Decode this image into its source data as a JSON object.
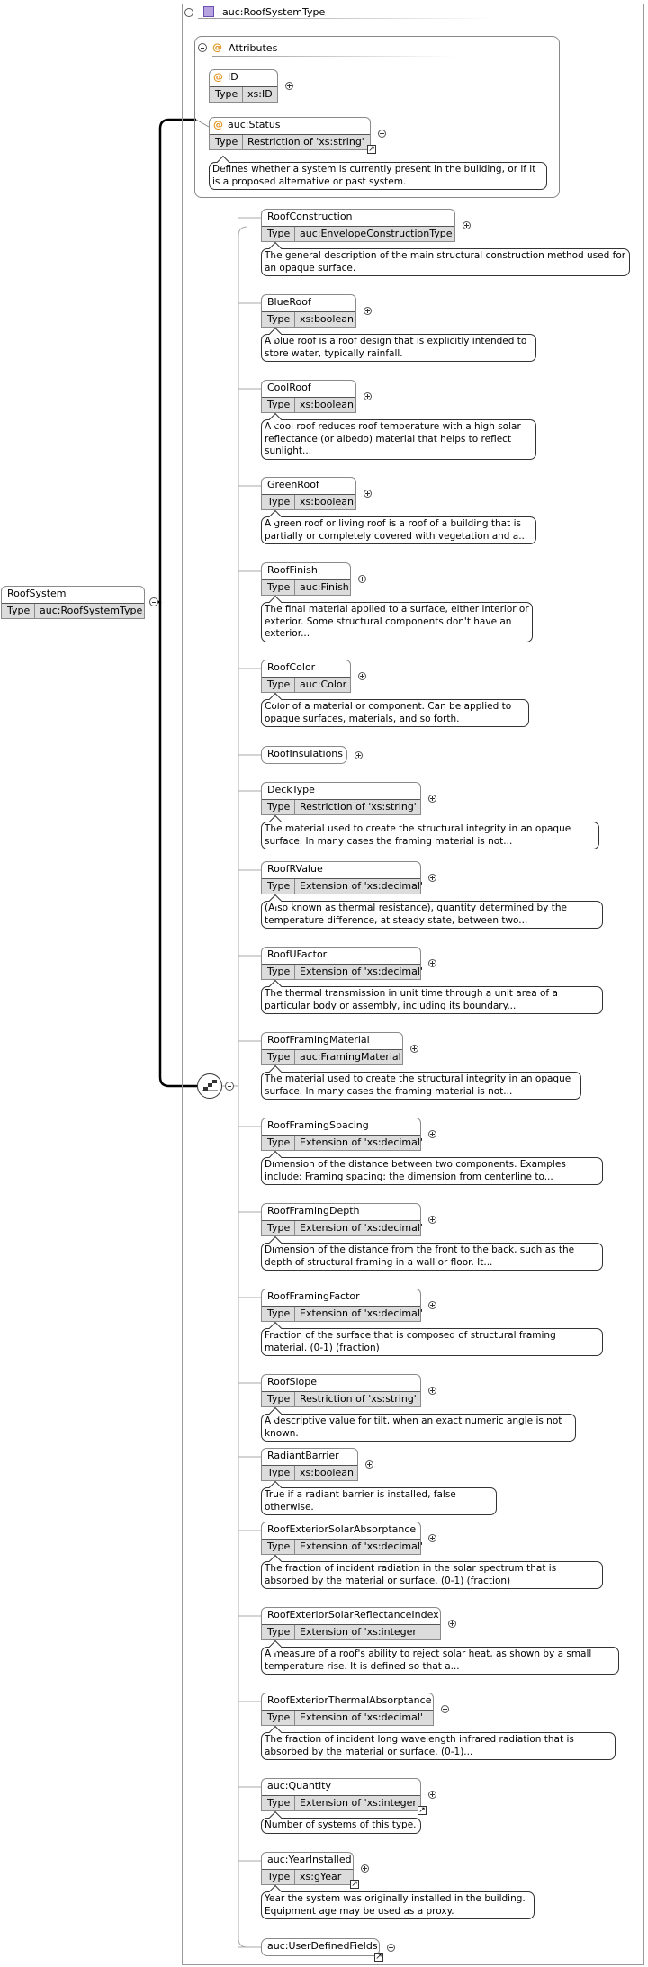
{
  "type_title": "auc:RoofSystemType",
  "root": {
    "name": "RoofSystem",
    "type_label": "Type",
    "type": "auc:RoofSystemType"
  },
  "attributes": {
    "title": "Attributes",
    "items": [
      {
        "name": "ID",
        "type_label": "Type",
        "type": "xs:ID",
        "doc": ""
      },
      {
        "name": "auc:Status",
        "type_label": "Type",
        "type": "Restriction of 'xs:string'",
        "doc": "Defines whether a system is currently present in the building, or if it is a proposed alternative or past system."
      }
    ]
  },
  "elements": [
    {
      "name": "RoofConstruction",
      "type_label": "Type",
      "type": "auc:EnvelopeConstructionType",
      "doc": "The general description of the main structural construction method used for an opaque surface."
    },
    {
      "name": "BlueRoof",
      "type_label": "Type",
      "type": "xs:boolean",
      "doc": "A blue roof is a roof design that is explicitly intended to store water, typically rainfall."
    },
    {
      "name": "CoolRoof",
      "type_label": "Type",
      "type": "xs:boolean",
      "doc": "A cool roof reduces roof temperature with a high solar reflectance (or albedo) material that helps to reflect sunlight..."
    },
    {
      "name": "GreenRoof",
      "type_label": "Type",
      "type": "xs:boolean",
      "doc": "A green roof or living roof is a roof of a building that is partially or completely covered with vegetation and a..."
    },
    {
      "name": "RoofFinish",
      "type_label": "Type",
      "type": "auc:Finish",
      "doc": "The final material applied to a surface, either interior or exterior. Some structural components don't have an exterior..."
    },
    {
      "name": "RoofColor",
      "type_label": "Type",
      "type": "auc:Color",
      "doc": "Color of a material or component. Can be applied to opaque surfaces, materials, and so forth."
    },
    {
      "name": "RoofInsulations",
      "type_label": "",
      "type": "",
      "doc": ""
    },
    {
      "name": "DeckType",
      "type_label": "Type",
      "type": "Restriction of 'xs:string'",
      "doc": "The material used to create the structural integrity in an opaque surface. In many cases the framing material is not..."
    },
    {
      "name": "RoofRValue",
      "type_label": "Type",
      "type": "Extension of 'xs:decimal'",
      "doc": "(Also known as thermal resistance), quantity determined by the temperature difference, at steady state, between two..."
    },
    {
      "name": "RoofUFactor",
      "type_label": "Type",
      "type": "Extension of 'xs:decimal'",
      "doc": "The thermal transmission in unit time through a unit area of a particular body or assembly, including its boundary..."
    },
    {
      "name": "RoofFramingMaterial",
      "type_label": "Type",
      "type": "auc:FramingMaterial",
      "doc": "The material used to create the structural integrity in an opaque surface. In many cases the framing material is not..."
    },
    {
      "name": "RoofFramingSpacing",
      "type_label": "Type",
      "type": "Extension of 'xs:decimal'",
      "doc": "Dimension of the distance between two components. Examples include: Framing spacing: the dimension from centerline to..."
    },
    {
      "name": "RoofFramingDepth",
      "type_label": "Type",
      "type": "Extension of 'xs:decimal'",
      "doc": "Dimension of the distance from the front to the back, such as the depth of structural framing in a wall or floor. It..."
    },
    {
      "name": "RoofFramingFactor",
      "type_label": "Type",
      "type": "Extension of 'xs:decimal'",
      "doc": "Fraction of the surface that is composed of structural framing material. (0-1) (fraction)"
    },
    {
      "name": "RoofSlope",
      "type_label": "Type",
      "type": "Restriction of 'xs:string'",
      "doc": "A descriptive value for tilt, when an exact numeric angle is not known."
    },
    {
      "name": "RadiantBarrier",
      "type_label": "Type",
      "type": "xs:boolean",
      "doc": "True if a radiant barrier is installed, false otherwise."
    },
    {
      "name": "RoofExteriorSolarAbsorptance",
      "type_label": "Type",
      "type": "Extension of 'xs:decimal'",
      "doc": "The fraction of incident radiation in the solar spectrum that is absorbed by the material or surface. (0-1) (fraction)"
    },
    {
      "name": "RoofExteriorSolarReflectanceIndex",
      "type_label": "Type",
      "type": "Extension of 'xs:integer'",
      "doc": "A measure of a roof's ability to reject solar heat, as shown by a small temperature rise. It is defined so that a..."
    },
    {
      "name": "RoofExteriorThermalAbsorptance",
      "type_label": "Type",
      "type": "Extension of 'xs:decimal'",
      "doc": "The fraction of incident long wavelength infrared radiation that is absorbed by the material or surface. (0-1)..."
    },
    {
      "name": "auc:Quantity",
      "type_label": "Type",
      "type": "Extension of 'xs:integer'",
      "doc": "Number of systems of this type."
    },
    {
      "name": "auc:YearInstalled",
      "type_label": "Type",
      "type": "xs:gYear",
      "doc": "Year the system was originally installed in the building. Equipment age may be used as a proxy."
    },
    {
      "name": "auc:UserDefinedFields",
      "type_label": "",
      "type": "",
      "doc": ""
    }
  ],
  "icons": {
    "collapse": "minus-circle-icon",
    "expand": "plus-circle-icon",
    "attribute": "at-sign-icon",
    "sequence": "sequence-compositor-icon",
    "complex_type": "complex-type-icon",
    "reference": "reference-arrow-icon"
  },
  "colors": {
    "attribute_marker": "#e0901a",
    "type_row": "#dcdcdc",
    "type_icon": "#b7a3e0",
    "line": "#000000"
  }
}
